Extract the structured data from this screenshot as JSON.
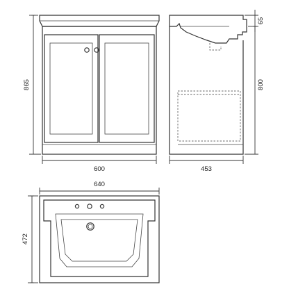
{
  "dimensions": {
    "front_height": "865",
    "front_width": "600",
    "side_basin_height": "65",
    "side_cabinet_height": "800",
    "side_depth": "453",
    "basin_width": "640",
    "basin_depth": "472"
  },
  "colors": {
    "line": "#333333",
    "background": "#ffffff"
  }
}
